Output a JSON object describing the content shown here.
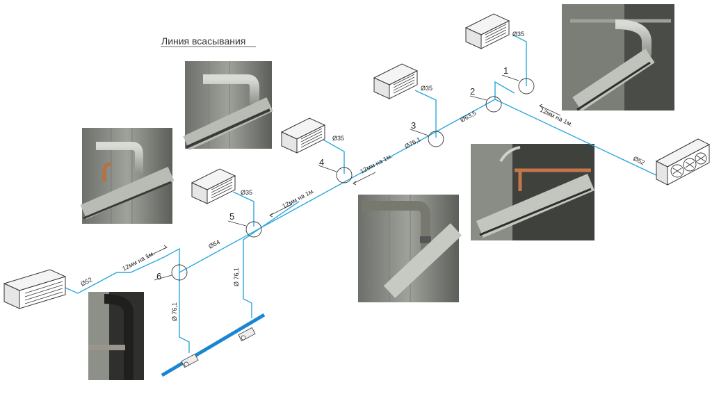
{
  "title": "Линия всасывания",
  "labels": {
    "node1": "1",
    "node2": "2",
    "node3": "3",
    "node4": "4",
    "node5": "5",
    "node6": "6",
    "d35_a": "Ø35",
    "d35_b": "Ø35",
    "d35_c": "Ø35",
    "d35_d": "Ø35",
    "d52_right": "Ø52",
    "d52_left": "Ø52",
    "d63": "Ø63,5",
    "d76_main": "Ø76,1",
    "d76_v1": "Ø 76,1",
    "d76_v2": "Ø 76,1",
    "d54": "Ø54",
    "slope1": "12мм на 1м.",
    "slope2": "12мм на 1м.",
    "slope3": "12мм на 1м.",
    "slope4": "12мм на 1м."
  },
  "colors": {
    "pipe": "#2ca7dc",
    "manifold": "#1a86d3",
    "unit_stroke": "#333333",
    "photo_wall": "#8a8d86",
    "photo_pipe": "#c8cbc4"
  }
}
